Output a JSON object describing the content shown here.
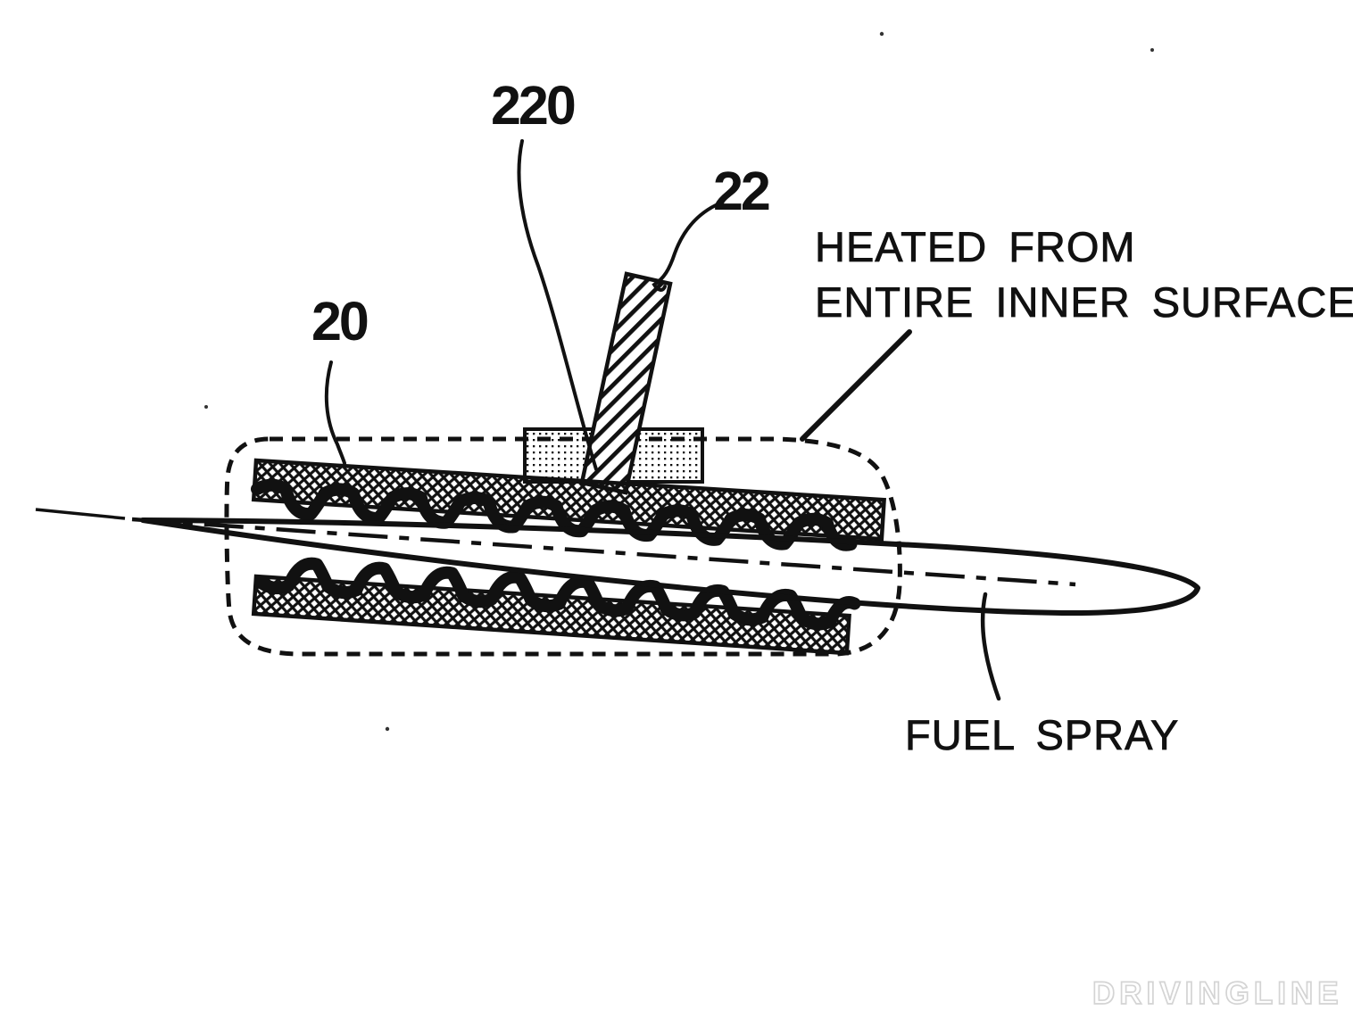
{
  "figure": {
    "background": "#ffffff",
    "ink": "#111111",
    "watermark_color": "#d4d4d4",
    "refs": {
      "r220": "220",
      "r22": "22",
      "r20": "20"
    },
    "annotations": {
      "heated_line1": "HEATED FROM",
      "heated_line2": "ENTIRE INNER SURFACE",
      "fuel_spray": "FUEL SPRAY"
    },
    "watermark": "DRIVINGLINE"
  }
}
